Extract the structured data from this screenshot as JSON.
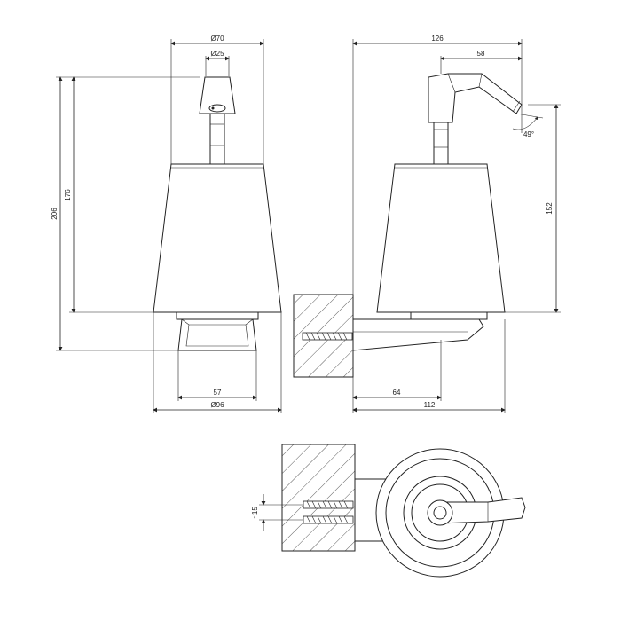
{
  "front_view": {
    "dims": {
      "head_diameter": "Ø70",
      "nozzle_diameter": "Ø25",
      "overall_height": "206",
      "container_height": "176",
      "base_width": "57",
      "container_diameter": "Ø96"
    }
  },
  "side_view": {
    "dims": {
      "overall_depth": "126",
      "spout_reach": "58",
      "spout_angle": "49°",
      "container_height": "152",
      "bracket_depth": "64",
      "total_projection": "112"
    }
  },
  "top_view": {
    "dims": {
      "anchor_spacing": "~15"
    }
  }
}
